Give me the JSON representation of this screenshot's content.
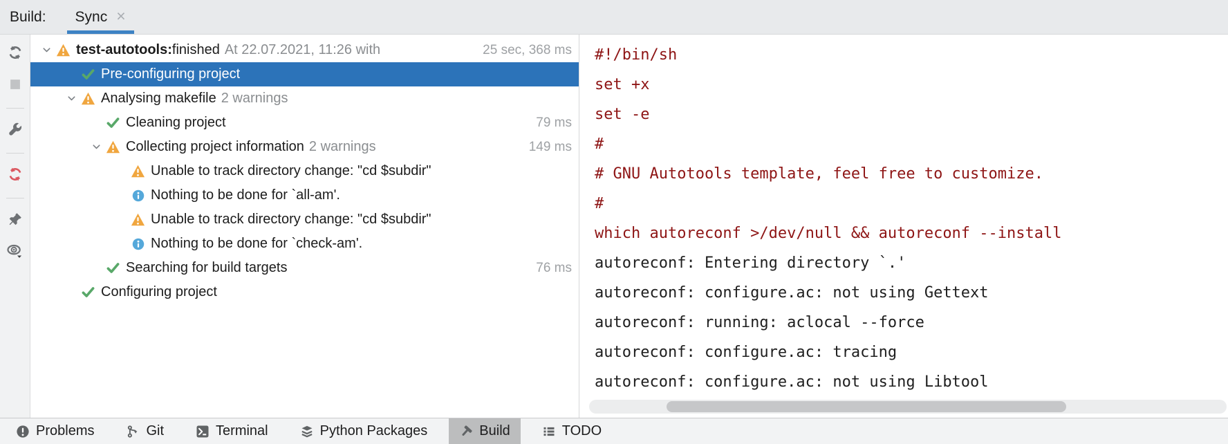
{
  "header": {
    "label": "Build:",
    "tab_label": "Sync",
    "close_icon": "×"
  },
  "colors": {
    "selection_blue": "#2C73B9",
    "tab_underline_blue": "#3D83C4",
    "warning_orange": "#F0A63F",
    "success_green": "#59A869",
    "info_blue": "#55A8DA",
    "console_command_red": "#8E1515",
    "console_output_black": "#1E1E1E",
    "muted_gray": "#8A8D90",
    "selected_toolwindow_gray": "#BCBDBE"
  },
  "left_toolbar": {
    "items": [
      {
        "name": "sync-icon",
        "icon": "sync"
      },
      {
        "name": "stop-icon",
        "icon": "stop",
        "disabled": true
      },
      {
        "divider": true
      },
      {
        "name": "settings-wrench-icon",
        "icon": "wrench"
      },
      {
        "divider": true
      },
      {
        "name": "rerun-failed-icon",
        "icon": "rerun"
      },
      {
        "divider": true
      },
      {
        "name": "pin-icon",
        "icon": "pin"
      },
      {
        "name": "preview-eye-icon",
        "icon": "eye"
      }
    ]
  },
  "tree": {
    "rows": [
      {
        "level": 1,
        "expanded": true,
        "icon": "warning",
        "segments": [
          {
            "text": "test-autotools: ",
            "style": "bold"
          },
          {
            "text": "finished",
            "style": "normal"
          },
          {
            "text": "At 22.07.2021, 11:26 with",
            "style": "muted"
          }
        ],
        "duration": "25 sec, 368 ms"
      },
      {
        "level": 2,
        "icon": "success",
        "selected": true,
        "segments": [
          {
            "text": "Pre-configuring project",
            "style": "normal"
          }
        ]
      },
      {
        "level": 2,
        "expanded": true,
        "icon": "warning",
        "segments": [
          {
            "text": "Analysing makefile",
            "style": "normal"
          },
          {
            "text": "2 warnings",
            "style": "muted"
          }
        ]
      },
      {
        "level": 3,
        "icon": "success",
        "segments": [
          {
            "text": "Cleaning project",
            "style": "normal"
          }
        ],
        "duration": "79 ms"
      },
      {
        "level": 3,
        "expanded": true,
        "icon": "warning",
        "segments": [
          {
            "text": "Collecting project information",
            "style": "normal"
          },
          {
            "text": "2 warnings",
            "style": "muted"
          }
        ],
        "duration": "149 ms"
      },
      {
        "level": 4,
        "icon": "warning",
        "segments": [
          {
            "text": "Unable to track directory change: \"cd $subdir\"",
            "style": "normal"
          }
        ]
      },
      {
        "level": 4,
        "icon": "info",
        "segments": [
          {
            "text": "Nothing to be done for `all-am'.",
            "style": "normal"
          }
        ]
      },
      {
        "level": 4,
        "icon": "warning",
        "segments": [
          {
            "text": "Unable to track directory change: \"cd $subdir\"",
            "style": "normal"
          }
        ]
      },
      {
        "level": 4,
        "icon": "info",
        "segments": [
          {
            "text": "Nothing to be done for `check-am'.",
            "style": "normal"
          }
        ]
      },
      {
        "level": 3,
        "icon": "success",
        "segments": [
          {
            "text": "Searching for build targets",
            "style": "normal"
          }
        ],
        "duration": "76 ms"
      },
      {
        "level": 2,
        "icon": "success",
        "segments": [
          {
            "text": "Configuring project",
            "style": "normal"
          }
        ]
      }
    ]
  },
  "console": {
    "lines": [
      {
        "text": "#!/bin/sh",
        "type": "command"
      },
      {
        "text": "set +x",
        "type": "command"
      },
      {
        "text": "set -e",
        "type": "command"
      },
      {
        "text": "#",
        "type": "command"
      },
      {
        "text": "# GNU Autotools template, feel free to customize.",
        "type": "command"
      },
      {
        "text": "#",
        "type": "command"
      },
      {
        "text": "which autoreconf >/dev/null && autoreconf --install",
        "type": "command"
      },
      {
        "text": "autoreconf: Entering directory `.'",
        "type": "output"
      },
      {
        "text": "autoreconf: configure.ac: not using Gettext",
        "type": "output"
      },
      {
        "text": "autoreconf: running: aclocal --force",
        "type": "output"
      },
      {
        "text": "autoreconf: configure.ac: tracing",
        "type": "output"
      },
      {
        "text": "autoreconf: configure.ac: not using Libtool",
        "type": "output"
      }
    ]
  },
  "bottom_bar": {
    "items": [
      {
        "label": "Problems",
        "icon": "problems"
      },
      {
        "label": "Git",
        "icon": "git"
      },
      {
        "label": "Terminal",
        "icon": "terminal"
      },
      {
        "label": "Python Packages",
        "icon": "pypackages"
      },
      {
        "label": "Build",
        "icon": "hammer",
        "selected": true
      },
      {
        "label": "TODO",
        "icon": "todo"
      }
    ]
  }
}
